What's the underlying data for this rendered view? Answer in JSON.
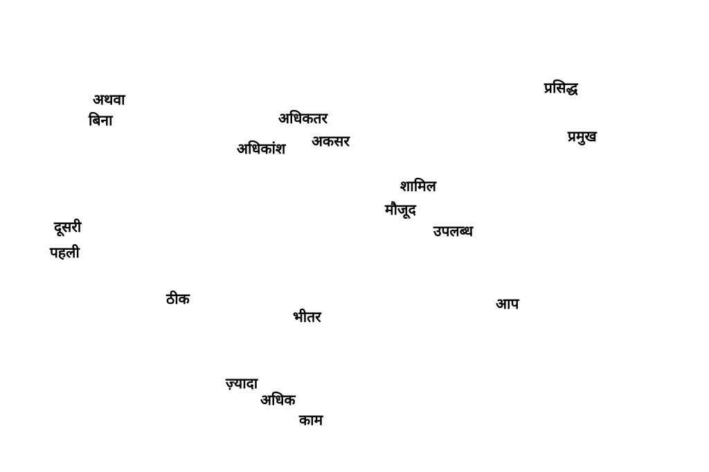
{
  "words": [
    "अथवा",
    "बिना",
    "अधिकतर",
    "अकसर",
    "अधिकांश",
    "प्रसिद्ध",
    "प्रमुख",
    "शामिल",
    "मौजूद",
    "उपलब्ध",
    "दूसरी",
    "पहली",
    "ठीक",
    "भीतर",
    "आप",
    "ज़्यादा",
    "अधिक",
    "काम"
  ],
  "colors": {
    "background": "#ffffff",
    "text": "#000000"
  }
}
